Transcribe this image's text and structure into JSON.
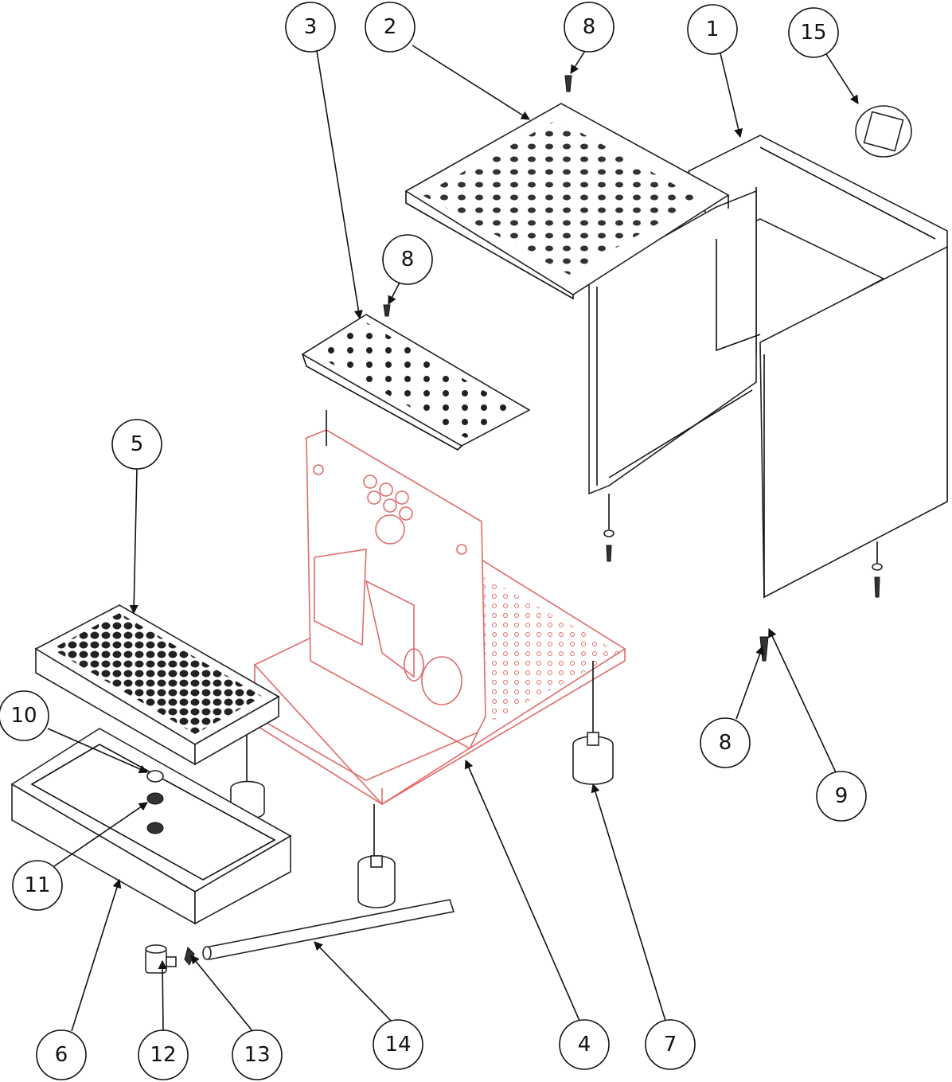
{
  "diagram": {
    "title_hidden": "",
    "accent_color": "#e06a6a",
    "callouts": [
      "1",
      "2",
      "3",
      "4",
      "5",
      "6",
      "7",
      "8",
      "8",
      "8",
      "9",
      "10",
      "11",
      "12",
      "13",
      "14",
      "15"
    ]
  }
}
